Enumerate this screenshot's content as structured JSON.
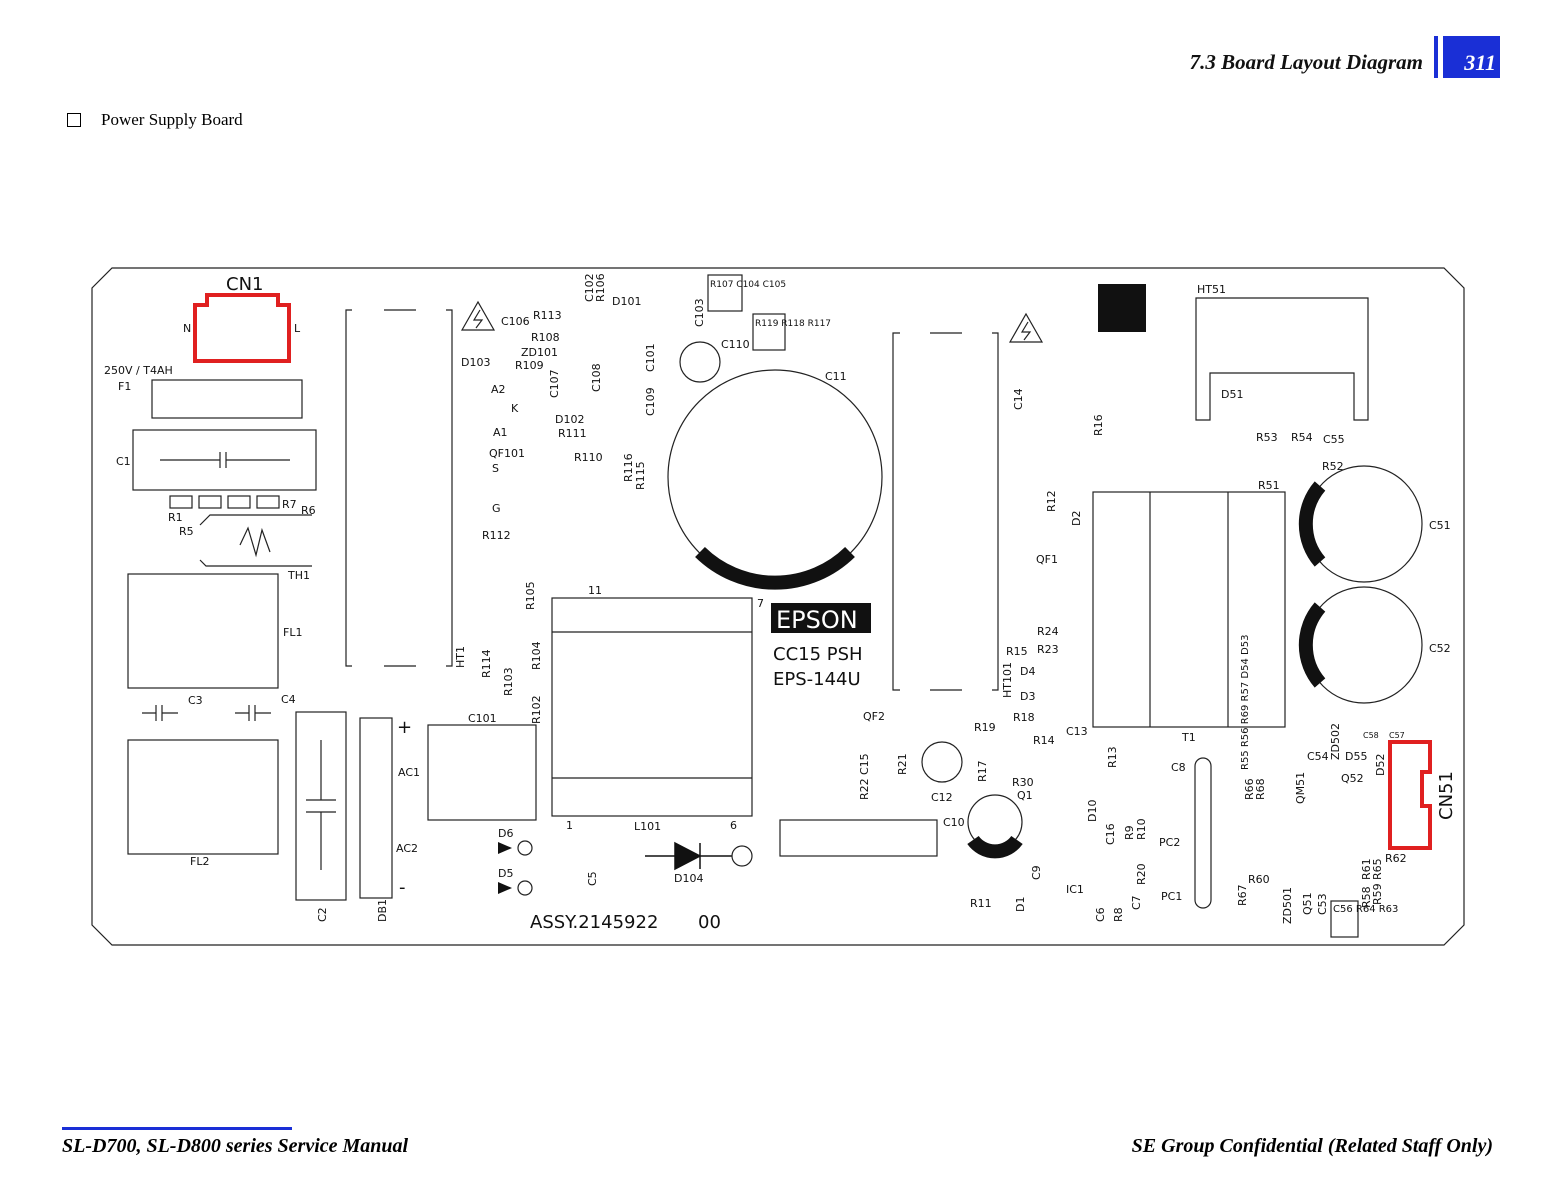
{
  "header": {
    "title": "7.3 Board Layout Diagram",
    "page": "311"
  },
  "section": {
    "label": "Power Supply Board"
  },
  "footer": {
    "left": "SL-D700, SL-D800 series Service Manual",
    "right": "SE Group Confidential (Related Staff Only)"
  },
  "board": {
    "logo": "EPSON",
    "model1": "CC15 PSH",
    "model2": "EPS-144U",
    "assy": "ASSY.2145922",
    "rev": "00",
    "labels": {
      "cn1": "CN1",
      "n": "N",
      "l": "L",
      "fuse": "250V / T4AH",
      "f1": "F1",
      "c1": "C1",
      "r1": "R1",
      "r5": "R5",
      "r7": "R7",
      "r6": "R6",
      "th1": "TH1",
      "fl1": "FL1",
      "c3": "C3",
      "c4": "C4",
      "fl2": "FL2",
      "c2": "C2",
      "db1": "DB1",
      "ac1": "AC1",
      "ac2": "AC2",
      "plus": "+",
      "minus": "-",
      "c101": "C101",
      "d6": "D6",
      "d5": "D5",
      "c5": "C5",
      "d104": "D104",
      "l101": "L101",
      "p1": "1",
      "p6": "6",
      "p11": "11",
      "p7": "7",
      "d103": "D103",
      "a2": "A2",
      "k": "K",
      "a1": "A1",
      "qf101": "QF101",
      "s": "S",
      "g": "G",
      "r112": "R112",
      "ht1": "HT1",
      "r114": "R114",
      "r105": "R105",
      "r104": "R104",
      "r103": "R103",
      "r102": "R102",
      "c106": "C106",
      "r113": "R113",
      "r108": "R108",
      "zd101": "ZD101",
      "r109": "R109",
      "c107": "C107",
      "c108": "C108",
      "d102": "D102",
      "r111": "R111",
      "r110": "R110",
      "r116": "R116",
      "r115": "R115",
      "c109": "C109",
      "c101b": "C101",
      "c102": "C102",
      "r106": "R106",
      "d101": "D101",
      "c103": "C103",
      "grp1": "R107 C104 C105",
      "grp2": "R119 R118 R117",
      "c110": "C110",
      "c11": "C11",
      "c14": "C14",
      "r16": "R16",
      "r12": "R12",
      "d2": "D2",
      "qf1": "QF1",
      "r15": "R15",
      "r24": "R24",
      "r23": "R23",
      "d4": "D4",
      "d3": "D3",
      "r18": "R18",
      "c13": "C13",
      "ht101": "HT101",
      "qf2": "QF2",
      "c15": "C15",
      "r22": "R22",
      "r21": "R21",
      "c12": "C12",
      "r19": "R19",
      "r17": "R17",
      "r14": "R14",
      "r30": "R30",
      "q1": "Q1",
      "r13": "R13",
      "d10": "D10",
      "c10": "C10",
      "c9": "C9",
      "d1": "D1",
      "r11": "R11",
      "ic1": "IC1",
      "c16": "C16",
      "r9": "R9",
      "r10": "R10",
      "r20": "R20",
      "c7": "C7",
      "r8": "R8",
      "c6": "C6",
      "ht51": "HT51",
      "d51": "D51",
      "r53": "R53",
      "r54": "R54",
      "c55": "C55",
      "r52": "R52",
      "r51": "R51",
      "c51": "C51",
      "c52": "C52",
      "t1": "T1",
      "c8": "C8",
      "pc2": "PC2",
      "pc1": "PC1",
      "grp3": "R55 R56 R69 R57 D54 D53",
      "r66": "R66",
      "r68": "R68",
      "qm51": "QM51",
      "c54": "C54",
      "zd502": "ZD502",
      "d55": "D55",
      "d52": "D52",
      "q52": "Q52",
      "c58": "C58",
      "c57": "C57",
      "cn51": "CN51",
      "r62": "R62",
      "r61": "R61",
      "r65": "R65",
      "r58": "R58",
      "r59": "R59",
      "r67": "R67",
      "r60": "R60",
      "zd501": "ZD501",
      "q51": "Q51",
      "c53": "C53",
      "grp4": "C56 R64 R63"
    }
  }
}
